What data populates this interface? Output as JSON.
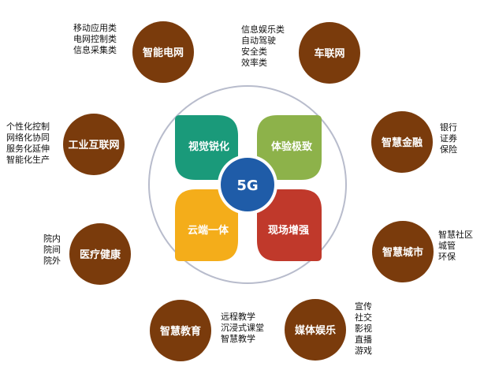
{
  "colors": {
    "node": "#7a3b0c",
    "ring": "#b8bccc",
    "center": "#1f5ca8",
    "petal_tl": "#1a9a7a",
    "petal_tr": "#8db24a",
    "petal_bl": "#f4ad1a",
    "petal_br": "#c0392b"
  },
  "center": {
    "label": "5G"
  },
  "petals": {
    "top_left": "视觉锐化",
    "top_right": "体验极致",
    "bottom_left": "云端一体",
    "bottom_right": "现场增强"
  },
  "nodes": {
    "smart_grid": {
      "label": "智能电网",
      "items": [
        "移动应用类",
        "电网控制类",
        "信息采集类"
      ]
    },
    "iov": {
      "label": "车联网",
      "items": [
        "信息娱乐类",
        "自动驾驶",
        "安全类",
        "效率类"
      ]
    },
    "industrial_internet": {
      "label": "工业互联网",
      "items": [
        "个性化控制",
        "网络化协同",
        "服务化延伸",
        "智能化生产"
      ]
    },
    "smart_finance": {
      "label": "智慧金融",
      "items": [
        "银行",
        "证券",
        "保险"
      ]
    },
    "medical_health": {
      "label": "医疗健康",
      "items": [
        "院内",
        "院间",
        "院外"
      ]
    },
    "smart_city": {
      "label": "智慧城市",
      "items": [
        "智慧社区",
        "城管",
        "环保"
      ]
    },
    "smart_education": {
      "label": "智慧教育",
      "items": [
        "远程教学",
        "沉浸式课堂",
        "智慧教学"
      ]
    },
    "media_entertainment": {
      "label": "媒体娱乐",
      "items": [
        "宣传",
        "社交",
        "影视",
        "直播",
        "游戏"
      ]
    }
  }
}
